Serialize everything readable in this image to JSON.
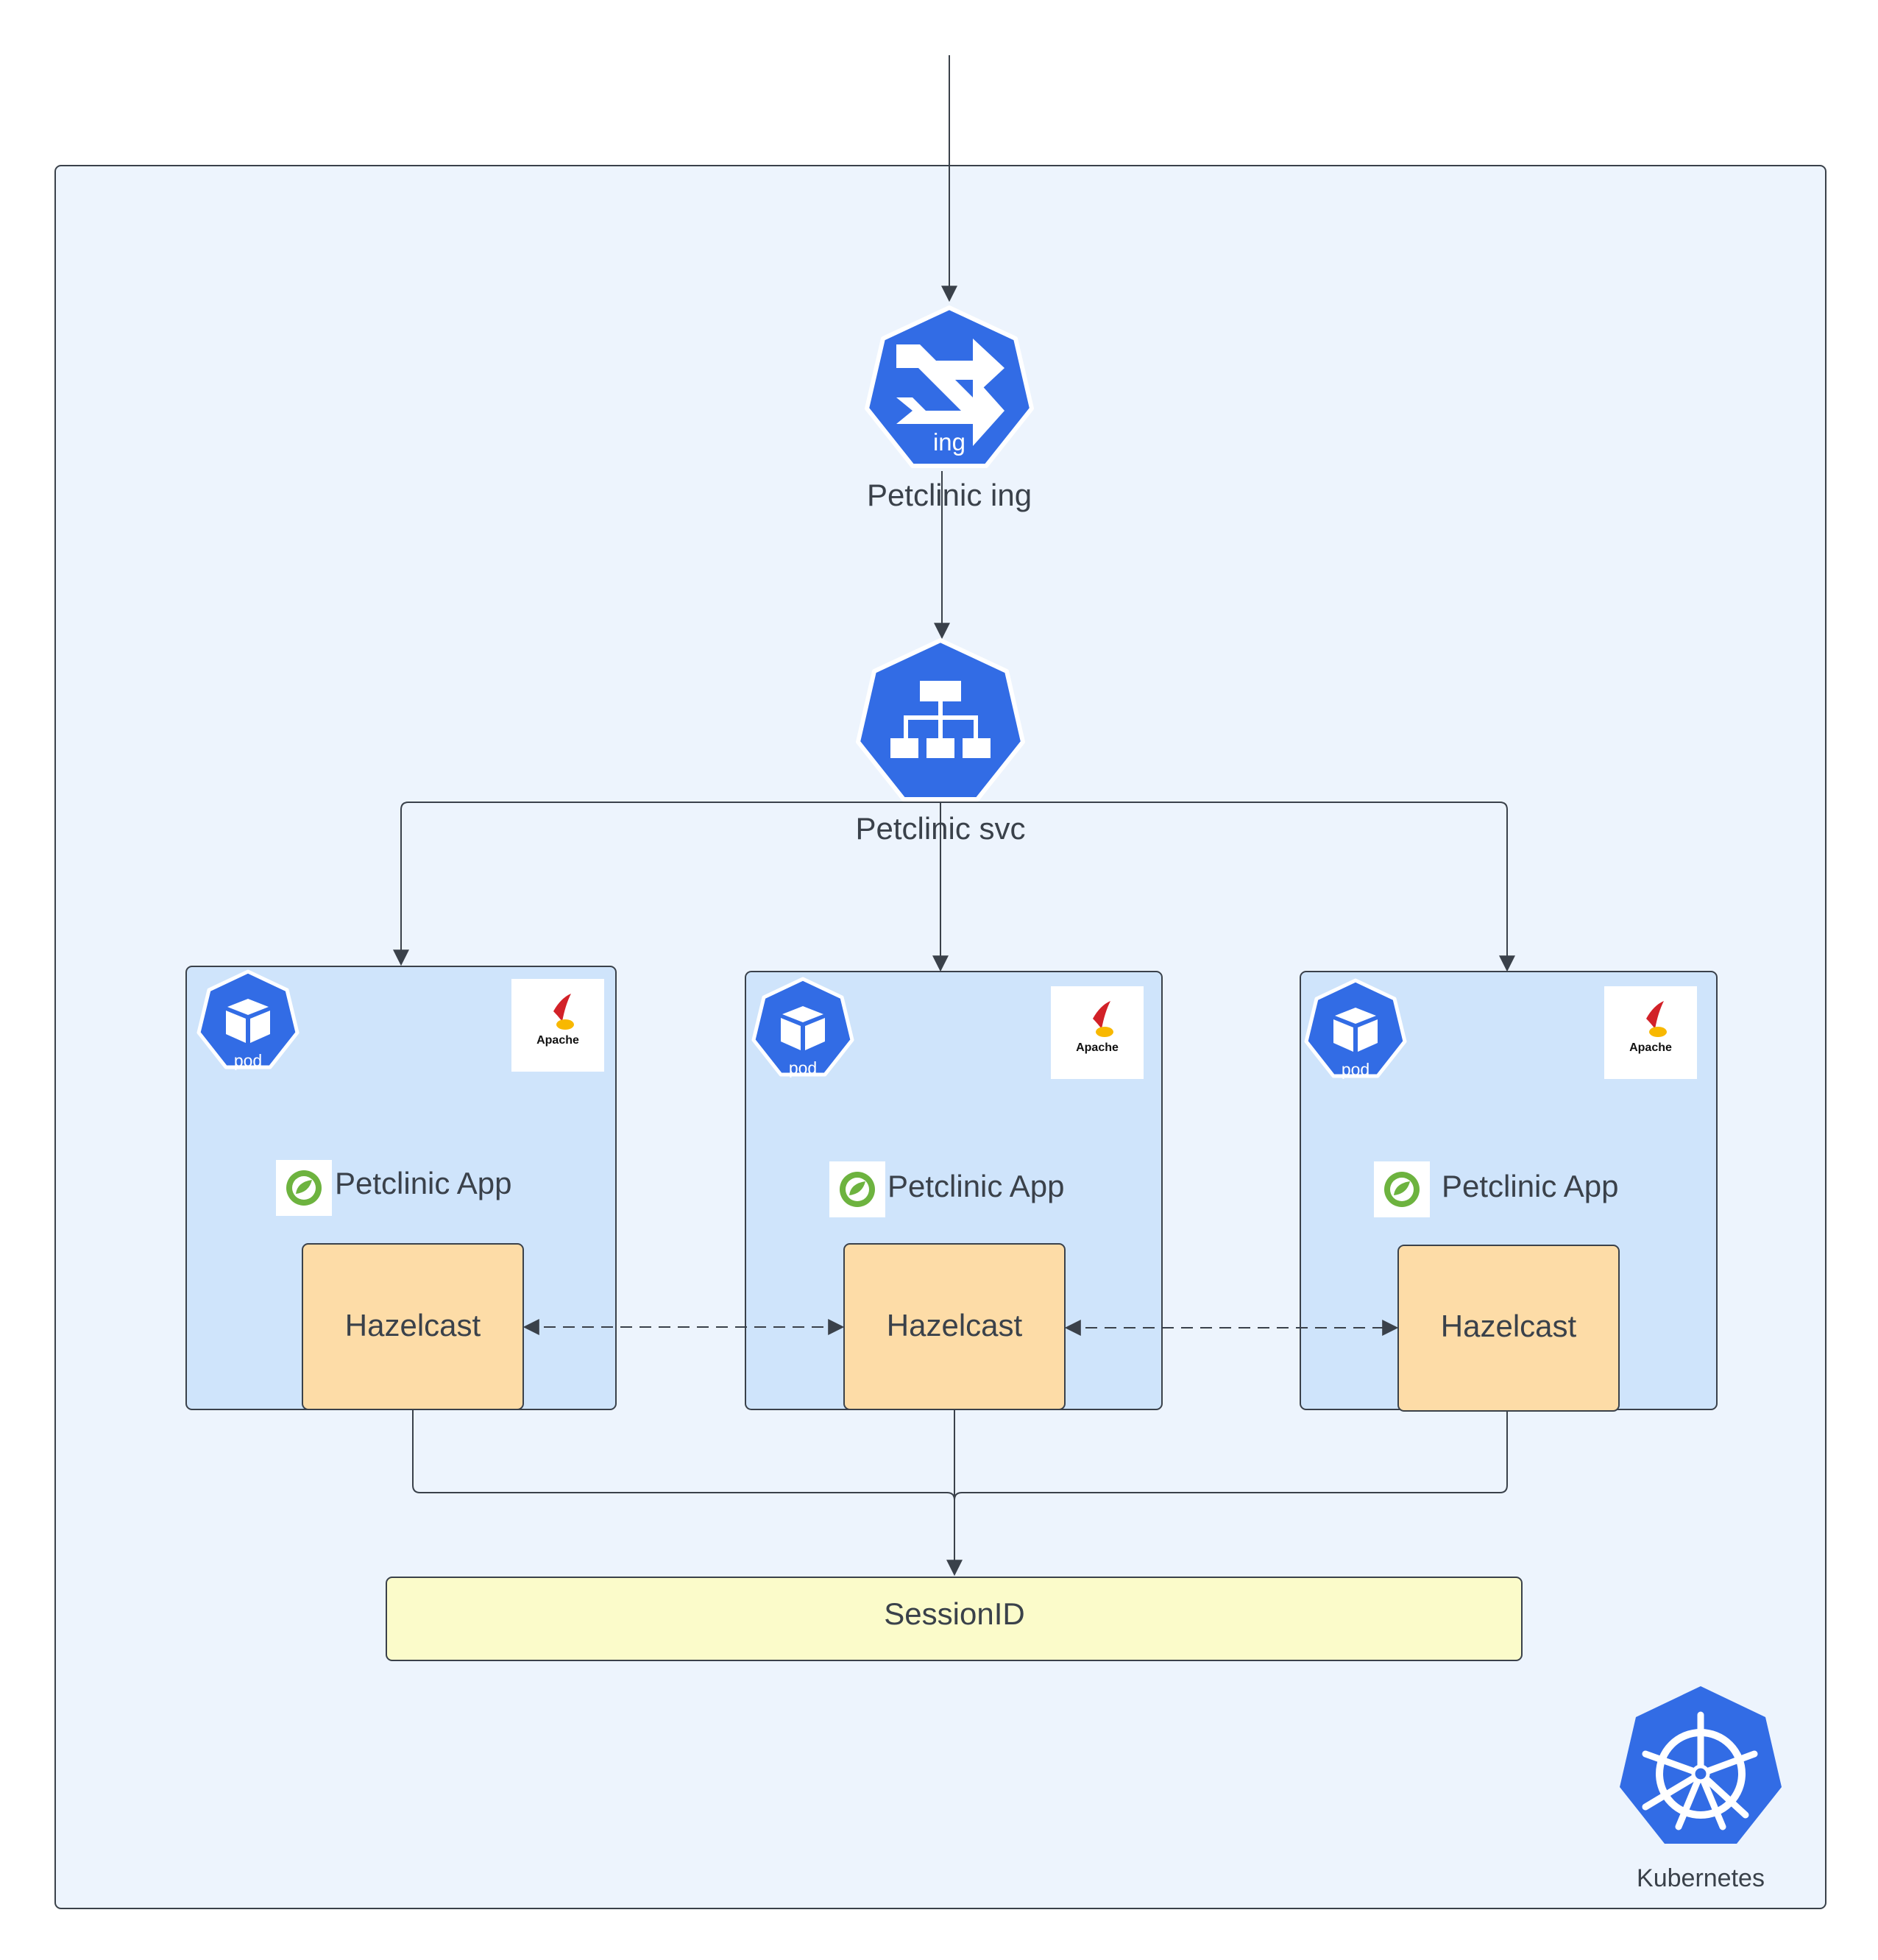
{
  "ingress": {
    "badge": "ing",
    "label": "Petclinic ing"
  },
  "service": {
    "label": "Petclinic svc"
  },
  "pods": [
    {
      "badge": "pod",
      "logo_text": "Apache",
      "app_label": "Petclinic App",
      "cache_label": "Hazelcast"
    },
    {
      "badge": "pod",
      "logo_text": "Apache",
      "app_label": "Petclinic App",
      "cache_label": "Hazelcast"
    },
    {
      "badge": "pod",
      "logo_text": "Apache",
      "app_label": "Petclinic App",
      "cache_label": "Hazelcast"
    }
  ],
  "session": {
    "label": "SessionID"
  },
  "cluster": {
    "label": "Kubernetes"
  },
  "colors": {
    "k8s_blue": "#326ce5",
    "cluster_bg": "#edf4fd",
    "pod_bg": "#cfe4fb",
    "hazelcast_bg": "#fddca7",
    "session_bg": "#fbfbca",
    "spring_green": "#6db33f",
    "line": "#3a414a"
  },
  "icons": {
    "ingress": "ingress-shuffle-icon",
    "service": "service-hierarchy-icon",
    "pod": "pod-cube-icon",
    "tomcat": "apache-tomcat-logo",
    "spring": "spring-leaf-icon",
    "kubernetes": "kubernetes-helm-icon"
  }
}
